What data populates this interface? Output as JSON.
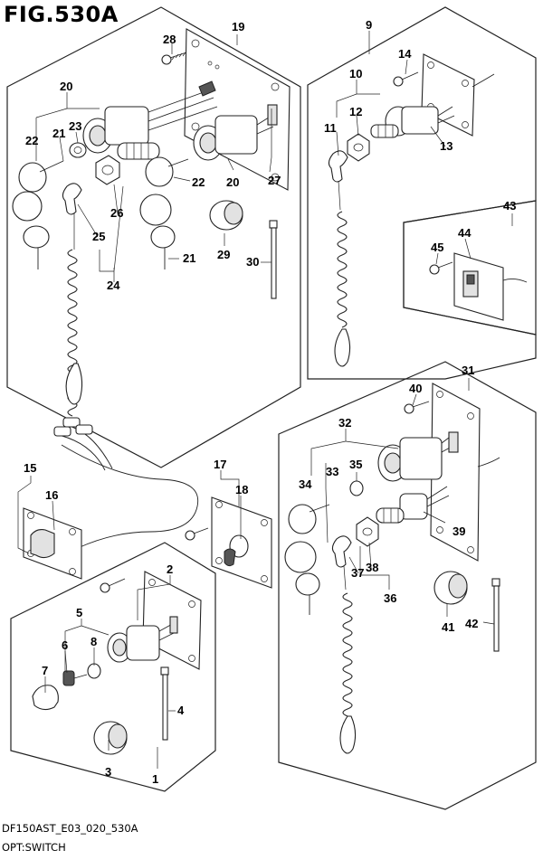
{
  "figure": {
    "title": "FIG.530A"
  },
  "footer": {
    "code": "DF150AST_E03_020_530A",
    "name": "OPT:SWITCH"
  },
  "callouts": [
    {
      "n": "28"
    },
    {
      "n": "19"
    },
    {
      "n": "20"
    },
    {
      "n": "23"
    },
    {
      "n": "22"
    },
    {
      "n": "21"
    },
    {
      "n": "20"
    },
    {
      "n": "27"
    },
    {
      "n": "22"
    },
    {
      "n": "26"
    },
    {
      "n": "25"
    },
    {
      "n": "21"
    },
    {
      "n": "24"
    },
    {
      "n": "29"
    },
    {
      "n": "30"
    },
    {
      "n": "9"
    },
    {
      "n": "14"
    },
    {
      "n": "10"
    },
    {
      "n": "12"
    },
    {
      "n": "11"
    },
    {
      "n": "13"
    },
    {
      "n": "43"
    },
    {
      "n": "44"
    },
    {
      "n": "45"
    },
    {
      "n": "31"
    },
    {
      "n": "40"
    },
    {
      "n": "32"
    },
    {
      "n": "35"
    },
    {
      "n": "34"
    },
    {
      "n": "33"
    },
    {
      "n": "39"
    },
    {
      "n": "37"
    },
    {
      "n": "38"
    },
    {
      "n": "36"
    },
    {
      "n": "41"
    },
    {
      "n": "42"
    },
    {
      "n": "15"
    },
    {
      "n": "16"
    },
    {
      "n": "17"
    },
    {
      "n": "18"
    },
    {
      "n": "2"
    },
    {
      "n": "5"
    },
    {
      "n": "6"
    },
    {
      "n": "8"
    },
    {
      "n": "7"
    },
    {
      "n": "4"
    },
    {
      "n": "3"
    },
    {
      "n": "1"
    }
  ]
}
